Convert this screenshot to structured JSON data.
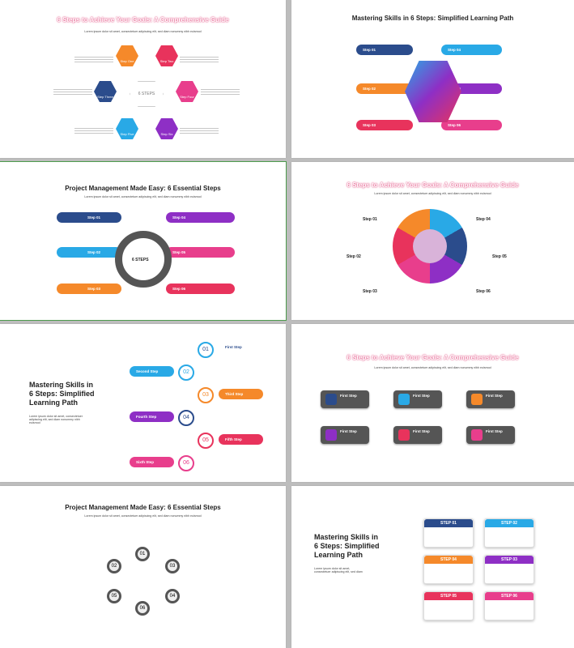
{
  "slides": {
    "s1": {
      "title": "6 Steps to Achieve Your Goals: A Comprehensive Guide",
      "subtitle": "Lorem ipsum dolor sit amet, consectetuer adipiscing elit, sed diam nonummy nibh euismod",
      "center": "6 STEPS",
      "steps": [
        "Step One",
        "Step Two",
        "Step Three",
        "Step Four",
        "Step Five",
        "Step Six"
      ]
    },
    "s2": {
      "title": "Mastering Skills in 6 Steps: Simplified Learning Path",
      "steps": [
        "Step 01",
        "Step 02",
        "Step 03",
        "Step 04",
        "Step 05",
        "Step 06"
      ]
    },
    "s3": {
      "title": "Project Management Made Easy: 6 Essential Steps",
      "subtitle": "Lorem ipsum dolor sit amet, consectetuer adipiscing elit, sed diam nonummy nibh euismod",
      "center": "6 STEPS",
      "steps": [
        "Step 01",
        "Step 02",
        "Step 03",
        "Step 04",
        "Step 05",
        "Step 06"
      ]
    },
    "s4": {
      "title": "6 Steps to Achieve Your Goals: A Comprehensive Guide",
      "subtitle": "Lorem ipsum dolor sit amet, consectetuer adipiscing elit, sed diam nonummy nibh euismod",
      "steps": [
        "Step 01",
        "Step 02",
        "Step 03",
        "Step 04",
        "Step 05",
        "Step 06"
      ]
    },
    "s5": {
      "title_lines": [
        "Mastering Skills in",
        "6 Steps: Simplified",
        "Learning Path"
      ],
      "body": "Lorem ipsum dolor sit amet, consectetuer adipiscing elit, sed diam nonummy nibh euismod",
      "nums": [
        "01",
        "02",
        "03",
        "04",
        "05",
        "06"
      ],
      "labels": [
        "First Step",
        "Second Step",
        "Third Step",
        "Fourth Step",
        "Fifth Step",
        "Sixth Step"
      ]
    },
    "s6": {
      "title": "6 Steps to Achieve Your Goals: A Comprehensive Guide",
      "subtitle": "Lorem ipsum dolor sit amet, consectetuer adipiscing elit, sed diam nonummy nibh euismod",
      "card_label": "First Step"
    },
    "s7": {
      "title": "Project Management Made Easy: 6 Essential Steps",
      "subtitle": "Lorem ipsum dolor sit amet, consectetuer adipiscing elit, sed diam nonummy nibh euismod",
      "nums": [
        "01",
        "02",
        "03",
        "04",
        "05",
        "06"
      ]
    },
    "s8": {
      "title_lines": [
        "Mastering Skills in",
        "6 Steps: Simplified",
        "Learning Path"
      ],
      "body": "Lorem ipsum dolor sit amet, consectetuer adipiscing elit, sed diam",
      "steps": [
        "STEP 01",
        "STEP 02",
        "STEP 03",
        "STEP 04",
        "STEP 05",
        "STEP 06"
      ]
    }
  },
  "colors": {
    "orange": "#f5892a",
    "red": "#e8335c",
    "pink": "#e83e8c",
    "purple": "#8e2fc5",
    "blue": "#29a9e6",
    "navy": "#2b4c8c",
    "dark": "#4a4a4a"
  }
}
